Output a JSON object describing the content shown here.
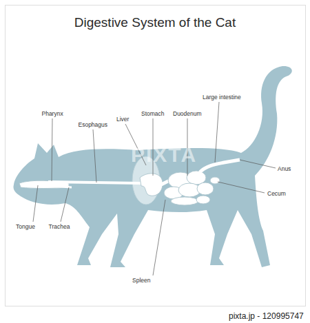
{
  "diagram": {
    "title": "Digestive System of the Cat",
    "labels": [
      "Pharynx",
      "Esophagus",
      "Liver",
      "Stomach",
      "Duodenum",
      "Large intestine",
      "Anus",
      "Cecum",
      "Tongue",
      "Trachea",
      "Spleen",
      "PIXTA",
      "pixta.jp - 120995747"
    ]
  }
}
